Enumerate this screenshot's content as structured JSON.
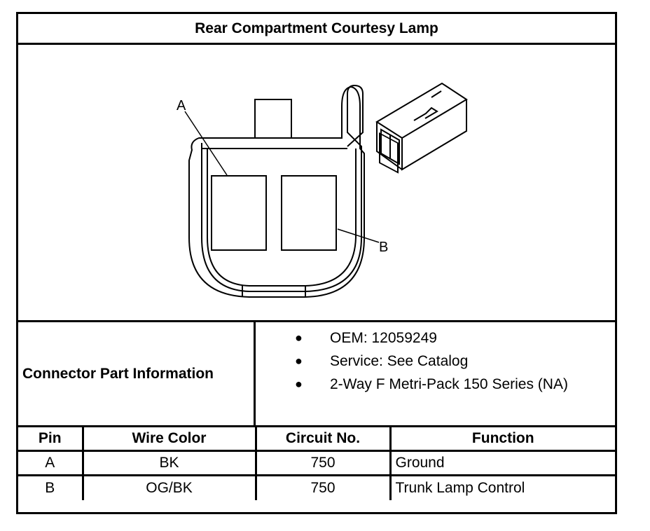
{
  "title": "Rear Compartment Courtesy Lamp",
  "drawing": {
    "label_a": "A",
    "label_b": "B"
  },
  "connector_info": {
    "label": "Connector Part Information",
    "items": [
      "OEM: 12059249",
      "Service: See Catalog",
      "2-Way F Metri-Pack 150 Series (NA)"
    ]
  },
  "pin_table": {
    "headers": [
      "Pin",
      "Wire Color",
      "Circuit No.",
      "Function"
    ],
    "rows": [
      {
        "pin": "A",
        "wire_color": "BK",
        "circuit": "750",
        "function": "Ground"
      },
      {
        "pin": "B",
        "wire_color": "OG/BK",
        "circuit": "750",
        "function": "Trunk Lamp Control"
      }
    ]
  }
}
